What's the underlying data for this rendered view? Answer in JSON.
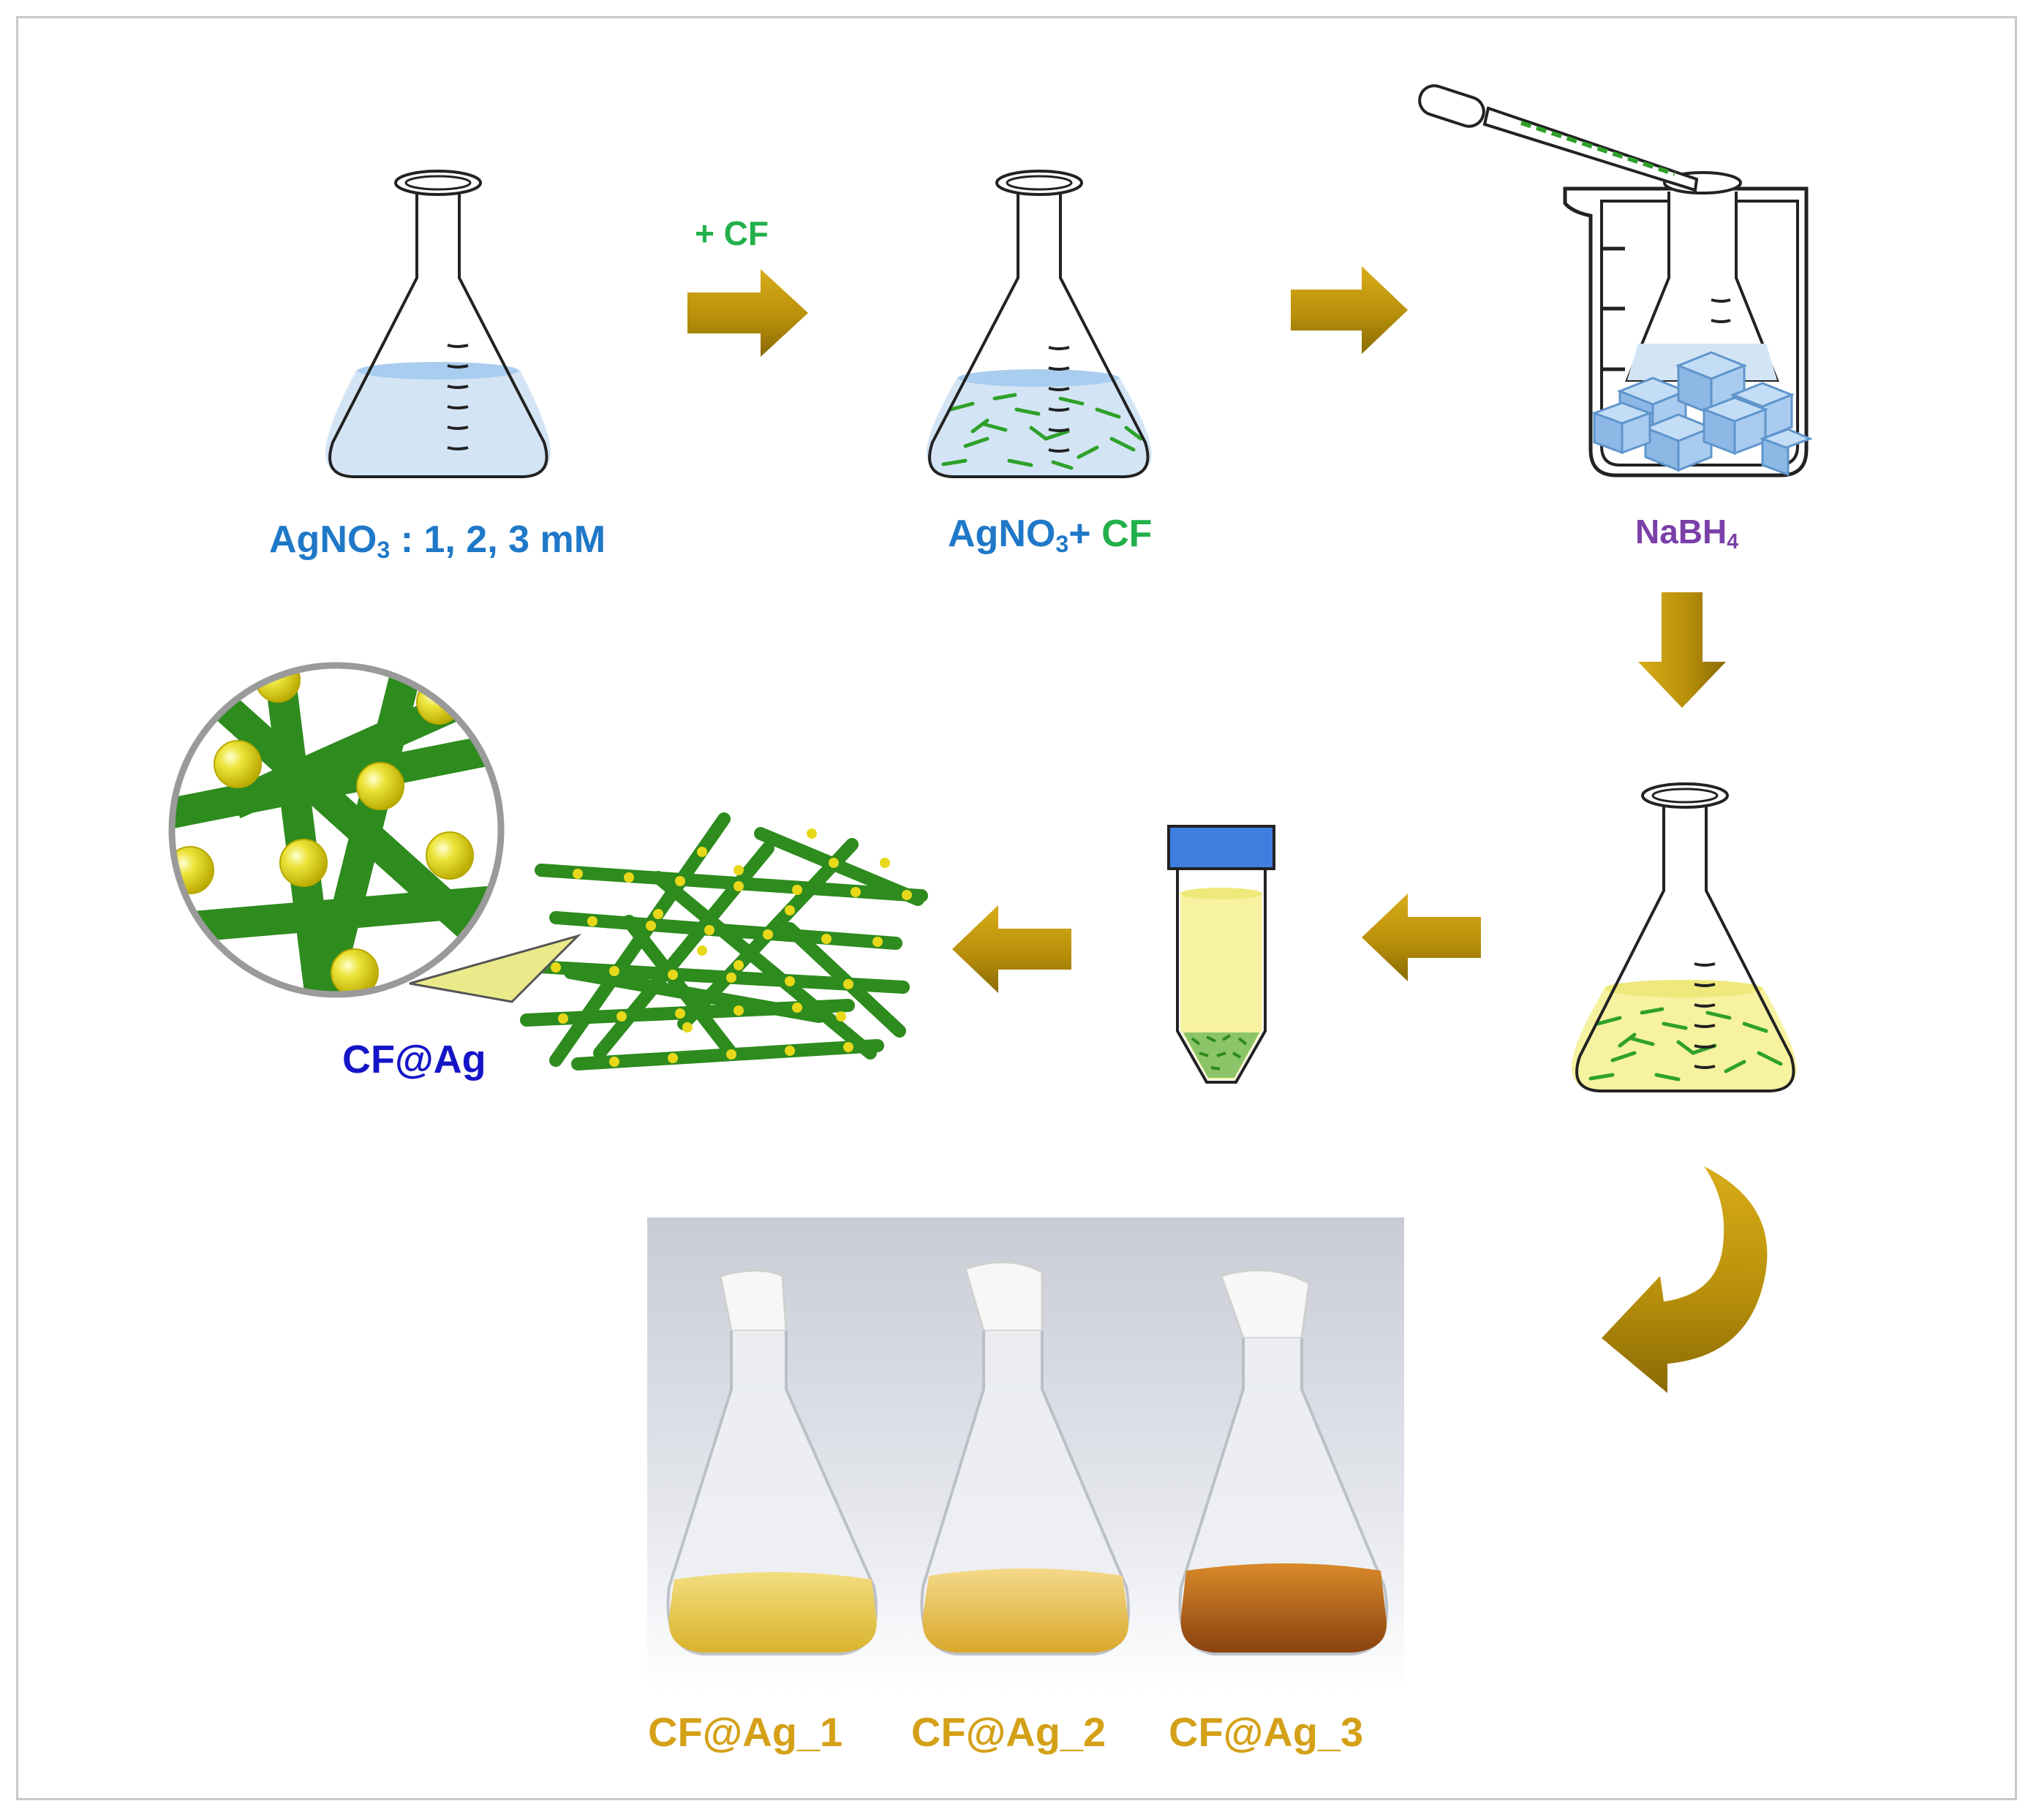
{
  "labels": {
    "agno3_conc": {
      "prefix": "AgNO",
      "sub": "3",
      "suffix": " : 1, 2, 3 mM"
    },
    "plus_cf": "+ CF",
    "mix": {
      "prefix": "AgNO",
      "sub": "3",
      "plus": "+ ",
      "cf": "CF"
    },
    "nabh4": {
      "prefix": "NaBH",
      "sub": "4"
    },
    "cf_ag": "CF@Ag",
    "samples": [
      "CF@Ag_1",
      "CF@Ag_2",
      "CF@Ag_3"
    ]
  },
  "colors": {
    "arrow": "#b8900a",
    "fiber": "#2e8b1e",
    "fiber_dark": "#1f6e12",
    "silver_np": "#e8d81a",
    "solution_blue": "#cfe3f3",
    "solution_yellow": "#f6f2a0",
    "ice": "#9cc6ee",
    "cap": "#3f7fe0",
    "label_blue": "#1f78c8",
    "label_green": "#22b04a",
    "label_purple": "#7a3fa8",
    "label_navy": "#1515c8",
    "label_gold": "#d4a017"
  },
  "icons": [
    "flask-icon",
    "beaker-icon",
    "pipette-icon",
    "ice-icon",
    "centrifuge-tube-icon",
    "magnifier-icon",
    "arrow-right-icon",
    "arrow-left-icon",
    "arrow-down-icon",
    "curved-arrow-icon"
  ]
}
